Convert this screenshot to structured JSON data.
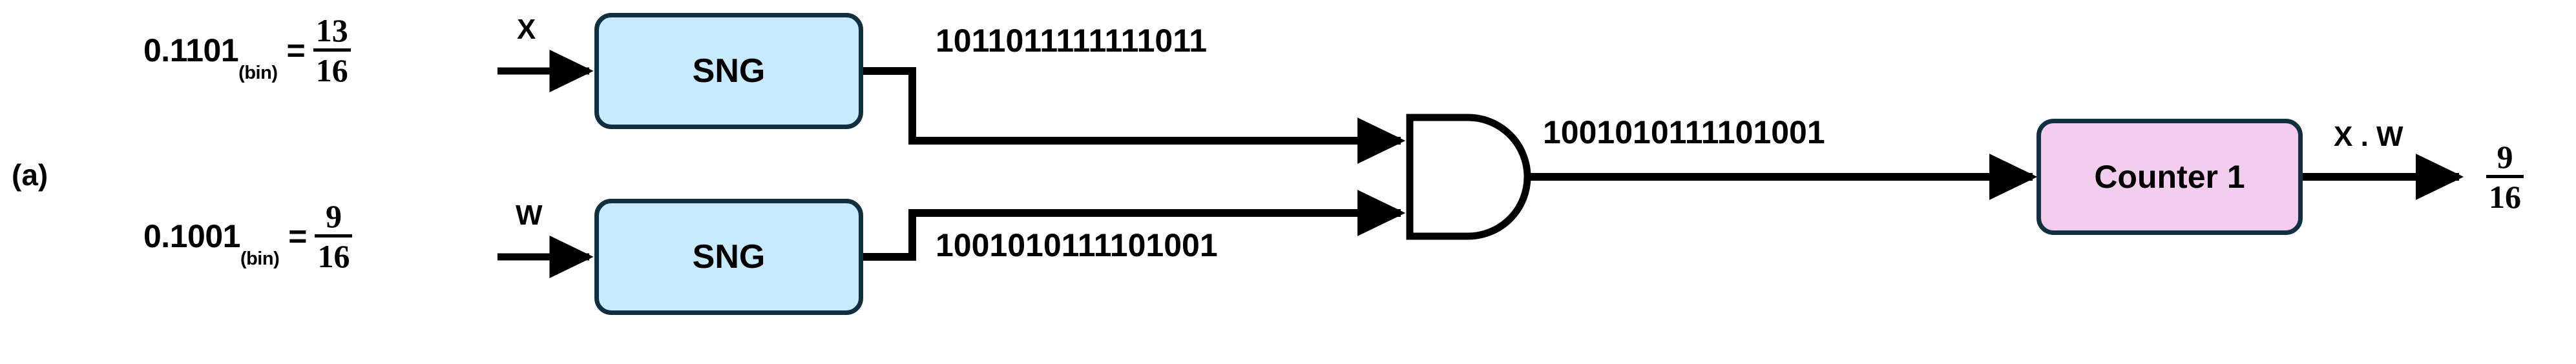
{
  "figure": {
    "panel_label": "(a)",
    "type": "stochastic-computing-multiplier-datapath"
  },
  "colors": {
    "sng_fill": "#c8eaff",
    "counter_fill": "#f2cdee",
    "block_border": "#10303f",
    "wire": "#000000",
    "background": "#ffffff"
  },
  "inputs": [
    {
      "id": "x",
      "binary": "0.1101",
      "subscript": "(bin)",
      "equals": "=",
      "numerator": "13",
      "denominator": "16",
      "signal_label": "X",
      "block_label": "SNG",
      "bitstream": "1011011111111011"
    },
    {
      "id": "w",
      "binary": "0.1001",
      "subscript": "(bin)",
      "equals": "=",
      "numerator": "9",
      "denominator": "16",
      "signal_label": "W",
      "block_label": "SNG",
      "bitstream": "1001010111101001"
    }
  ],
  "gate": {
    "name": "AND",
    "symbol": "and-gate",
    "output_bitstream": "1001010111101001"
  },
  "counter": {
    "label": "Counter 1"
  },
  "output": {
    "signal_label": "X . W",
    "numerator": "9",
    "denominator": "16"
  }
}
